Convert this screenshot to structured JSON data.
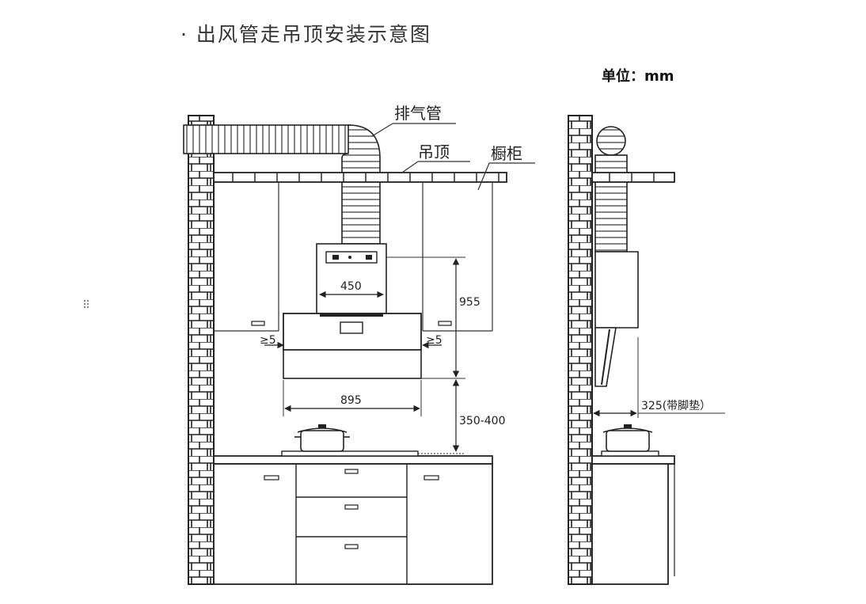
{
  "title": "· 出风管走吊顶安装示意图",
  "unit": "单位：mm",
  "labels": {
    "exhaust_pipe": "排气管",
    "ceiling": "吊顶",
    "cabinet": "橱柜"
  },
  "dimensions": {
    "body_width": "450",
    "height_total": "955",
    "clearance_left": "≥5",
    "clearance_right": "≥5",
    "hood_width": "895",
    "hood_to_stove": "350-400",
    "wall_offset": "325(带脚垫）"
  },
  "handle_glyph": "⠿"
}
